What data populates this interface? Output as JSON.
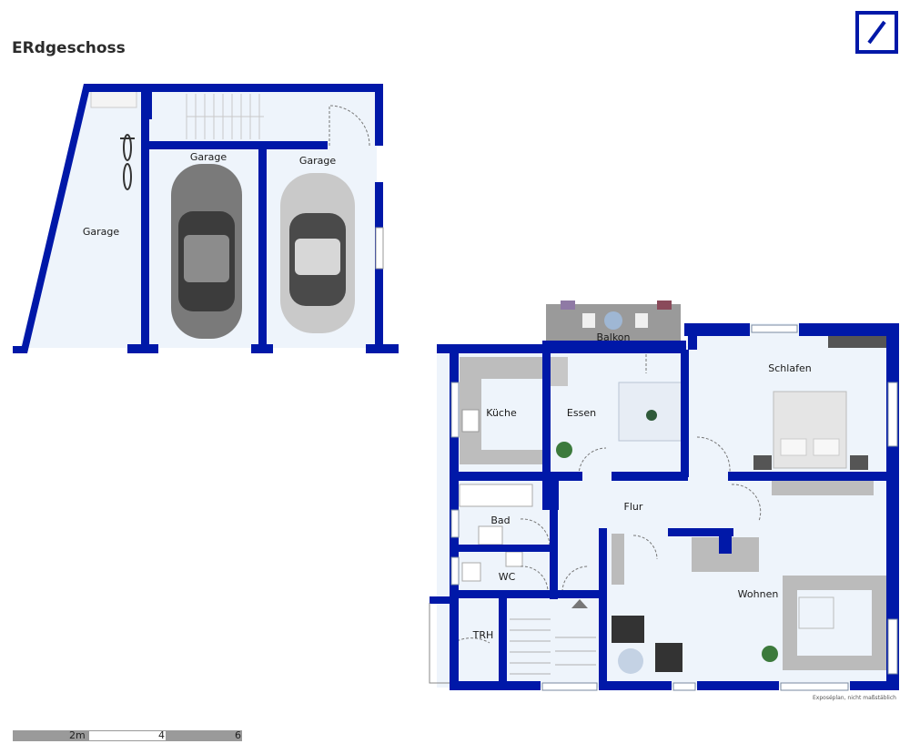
{
  "title": "ERdgeschoss",
  "brand": {
    "logo": "deutsche-bank-logo",
    "color": "#0018a8"
  },
  "rooms": {
    "garage_left": "Garage",
    "garage_middle": "Garage",
    "garage_right": "Garage",
    "balkon": "Balkon",
    "schlafen": "Schlafen",
    "kueche": "Küche",
    "essen": "Essen",
    "flur": "Flur",
    "bad": "Bad",
    "wc": "WC",
    "wohnen": "Wohnen",
    "trh": "TRH"
  },
  "footnote": "Exposéplan, nicht maßstäblich",
  "scale_bar": {
    "marks": [
      "2m",
      "4",
      "6"
    ]
  },
  "colors": {
    "wall": "#0018a8",
    "floor": "#eef4fb",
    "car_dark": "#6e6e6e",
    "car_light": "#bdbdbd"
  }
}
